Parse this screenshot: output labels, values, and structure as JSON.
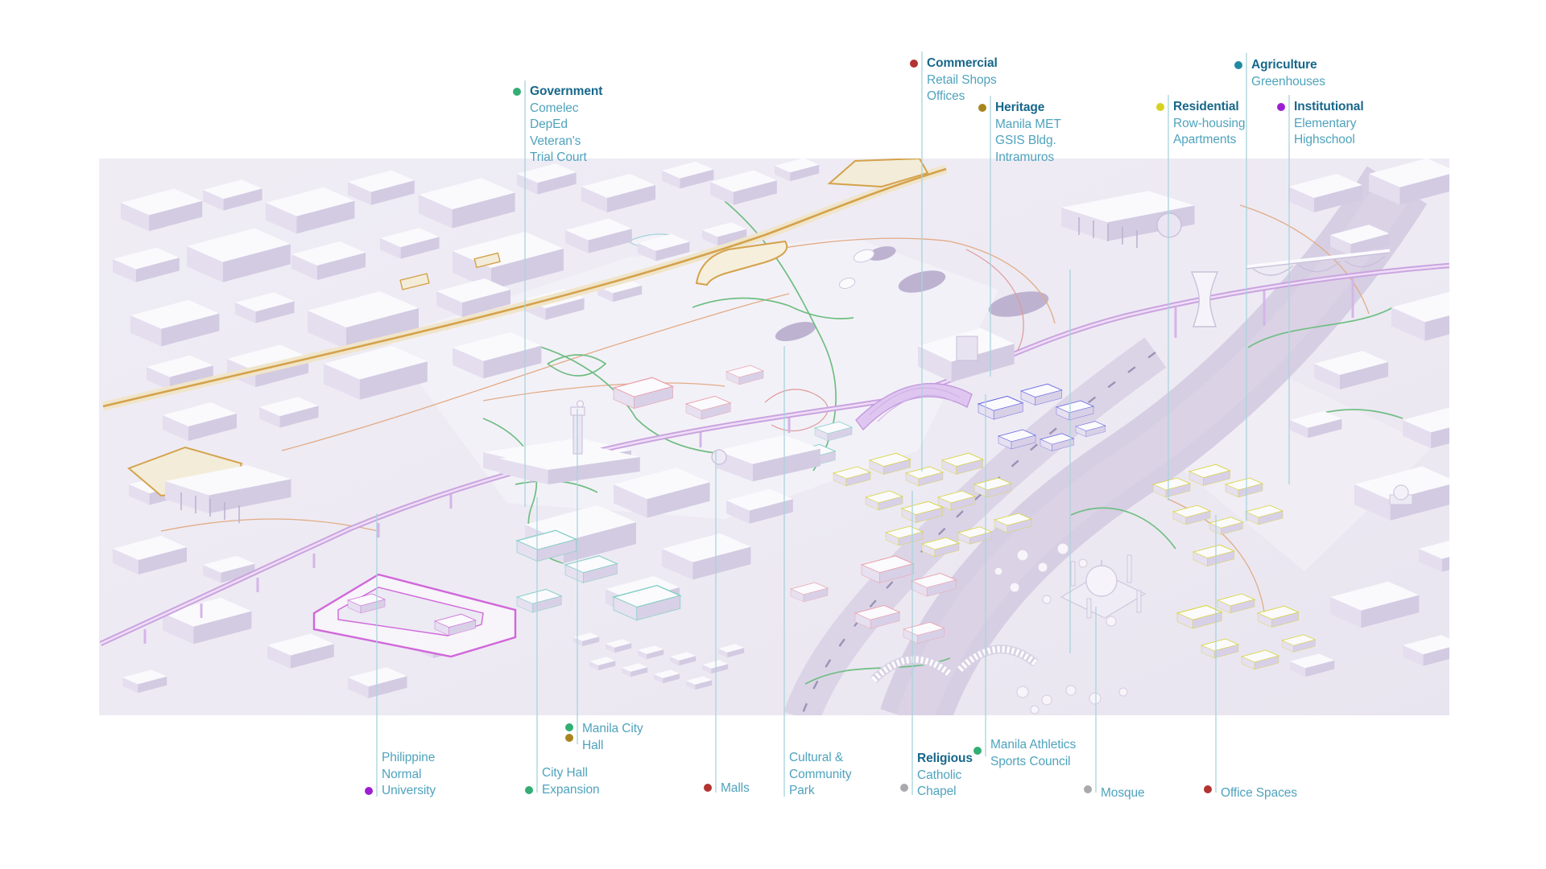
{
  "theme": {
    "title": "#17678a",
    "sub": "#4fa3bd",
    "leader": "#a8d4dc",
    "green-path": "#6fbe82",
    "orange-path": "#e2ab85",
    "map-base": "#edeaf3",
    "river": "#d6cee3",
    "rail": "#caa3de",
    "gold-wall": "#d4a24c"
  },
  "zone_outline_colors": {
    "residential_yellow": "#d6d32f",
    "offices_blue": "#5f5fe2",
    "mixed_pink": "#eaa2ae",
    "government_teal": "#82cfc4",
    "university_magenta": "#d166da",
    "heritage_gold": "#d4a24c"
  },
  "annotations": {
    "top": [
      {
        "id": "government",
        "title": "Government",
        "dot": "#33ae74",
        "lines": [
          "Comelec",
          "DepEd",
          "Veteran's",
          "Trial Court"
        ]
      },
      {
        "id": "commercial",
        "title": "Commercial",
        "dot": "#b23331",
        "lines": [
          "Retail Shops",
          "Offices"
        ]
      },
      {
        "id": "heritage",
        "title": "Heritage",
        "dot": "#a8861f",
        "lines": [
          "Manila MET",
          "GSIS Bldg.",
          "Intramuros"
        ]
      },
      {
        "id": "residential",
        "title": "Residential",
        "dot": "#d6d320",
        "lines": [
          "Row-housing",
          "Apartments"
        ]
      },
      {
        "id": "agriculture",
        "title": "Agriculture",
        "dot": "#1f8ba1",
        "lines": [
          "Greenhouses"
        ]
      },
      {
        "id": "institutional",
        "title": "Institutional",
        "dot": "#9d1ed2",
        "lines": [
          "Elementary",
          "Highschool"
        ]
      }
    ],
    "bottom": [
      {
        "id": "philippine-normal-university",
        "dot": "#9d1ed2",
        "lines": [
          "Philippine",
          "Normal",
          "University"
        ]
      },
      {
        "id": "manila-city-hall",
        "dot": "#33ae74",
        "dot2": "#a8861f",
        "lines": [
          "Manila City",
          "Hall"
        ]
      },
      {
        "id": "city-hall-expansion",
        "dot": "#33ae74",
        "lines": [
          "City Hall",
          "Expansion"
        ]
      },
      {
        "id": "malls",
        "dot": "#b23331",
        "lines": [
          "Malls"
        ]
      },
      {
        "id": "cultural-community-park",
        "lines": [
          "Cultural &",
          "Community",
          "Park"
        ]
      },
      {
        "id": "religious",
        "title": "Religious",
        "dot": "#a9a9ad",
        "lines": [
          "Catholic",
          "Chapel"
        ]
      },
      {
        "id": "manila-athletics",
        "dot": "#33ae74",
        "lines": [
          "Manila Athletics",
          "Sports Council"
        ]
      },
      {
        "id": "mosque",
        "dot": "#a9a9ad",
        "lines": [
          "Mosque"
        ]
      },
      {
        "id": "office-spaces",
        "dot": "#b23331",
        "lines": [
          "Office Spaces"
        ]
      }
    ]
  },
  "map": {
    "type": "axonometric-city-illustration",
    "landmarks": [
      "Intramuros gold walls",
      "Manila City Hall clock tower",
      "Manila MET theater",
      "Museum colonnade building",
      "Hyperboloid tower",
      "Elevated rail line",
      "Train station arch roof",
      "Arch bridge",
      "Mosque with dome",
      "Greenhouse truss arches",
      "River",
      "Boulevard",
      "Courthouse"
    ]
  }
}
